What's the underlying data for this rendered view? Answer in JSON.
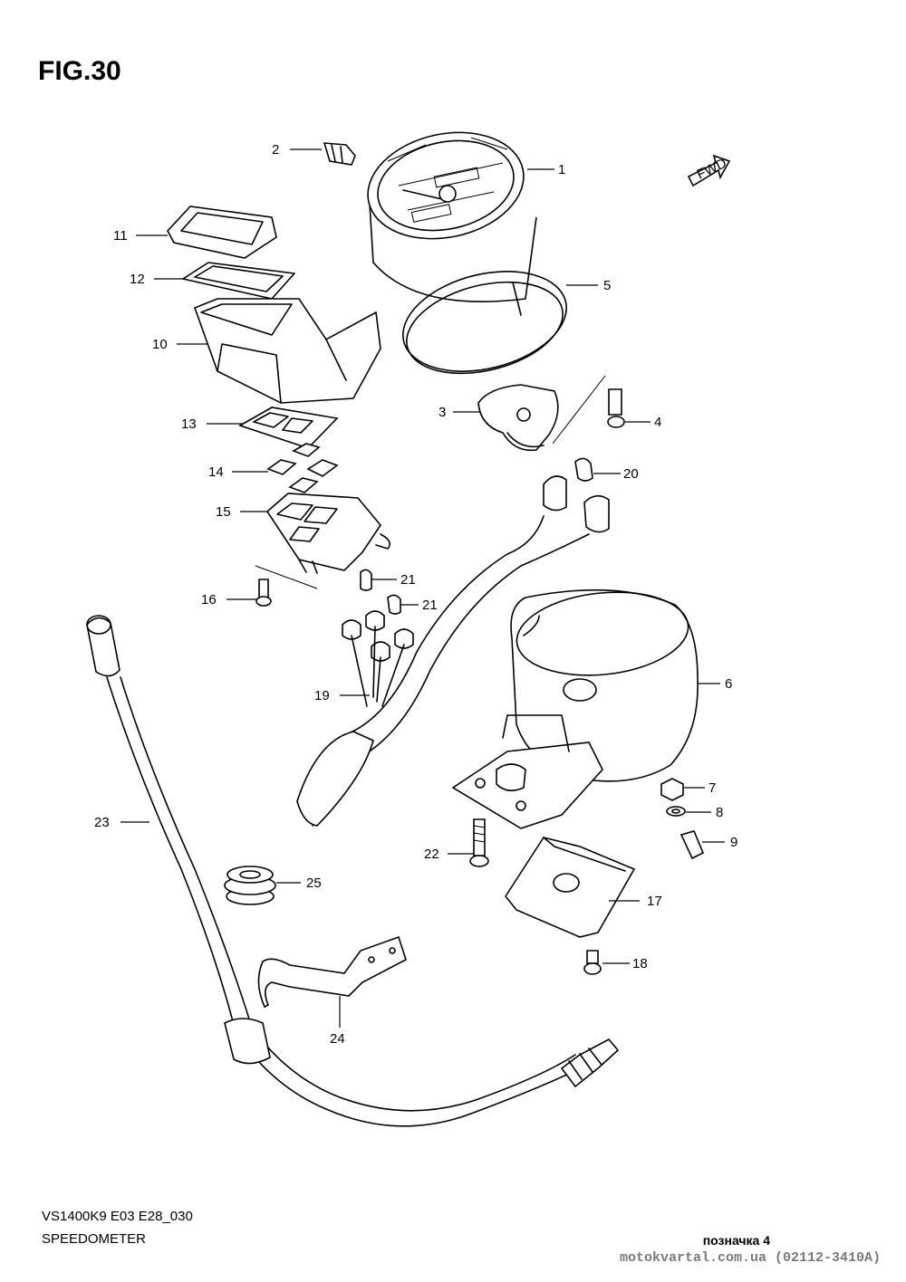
{
  "figure": {
    "title": "FIG.30",
    "model_code": "VS1400K9 E03 E28_030",
    "section_name": "SPEEDOMETER",
    "direction_badge": "FWD"
  },
  "callouts": [
    "1",
    "2",
    "3",
    "4",
    "5",
    "6",
    "7",
    "8",
    "9",
    "10",
    "11",
    "12",
    "13",
    "14",
    "15",
    "16",
    "17",
    "18",
    "19",
    "20",
    "21",
    "21",
    "22",
    "23",
    "24",
    "25"
  ],
  "footer": {
    "note": "позначка 4",
    "watermark": "motokvartal.com.ua (02112-3410A)"
  }
}
